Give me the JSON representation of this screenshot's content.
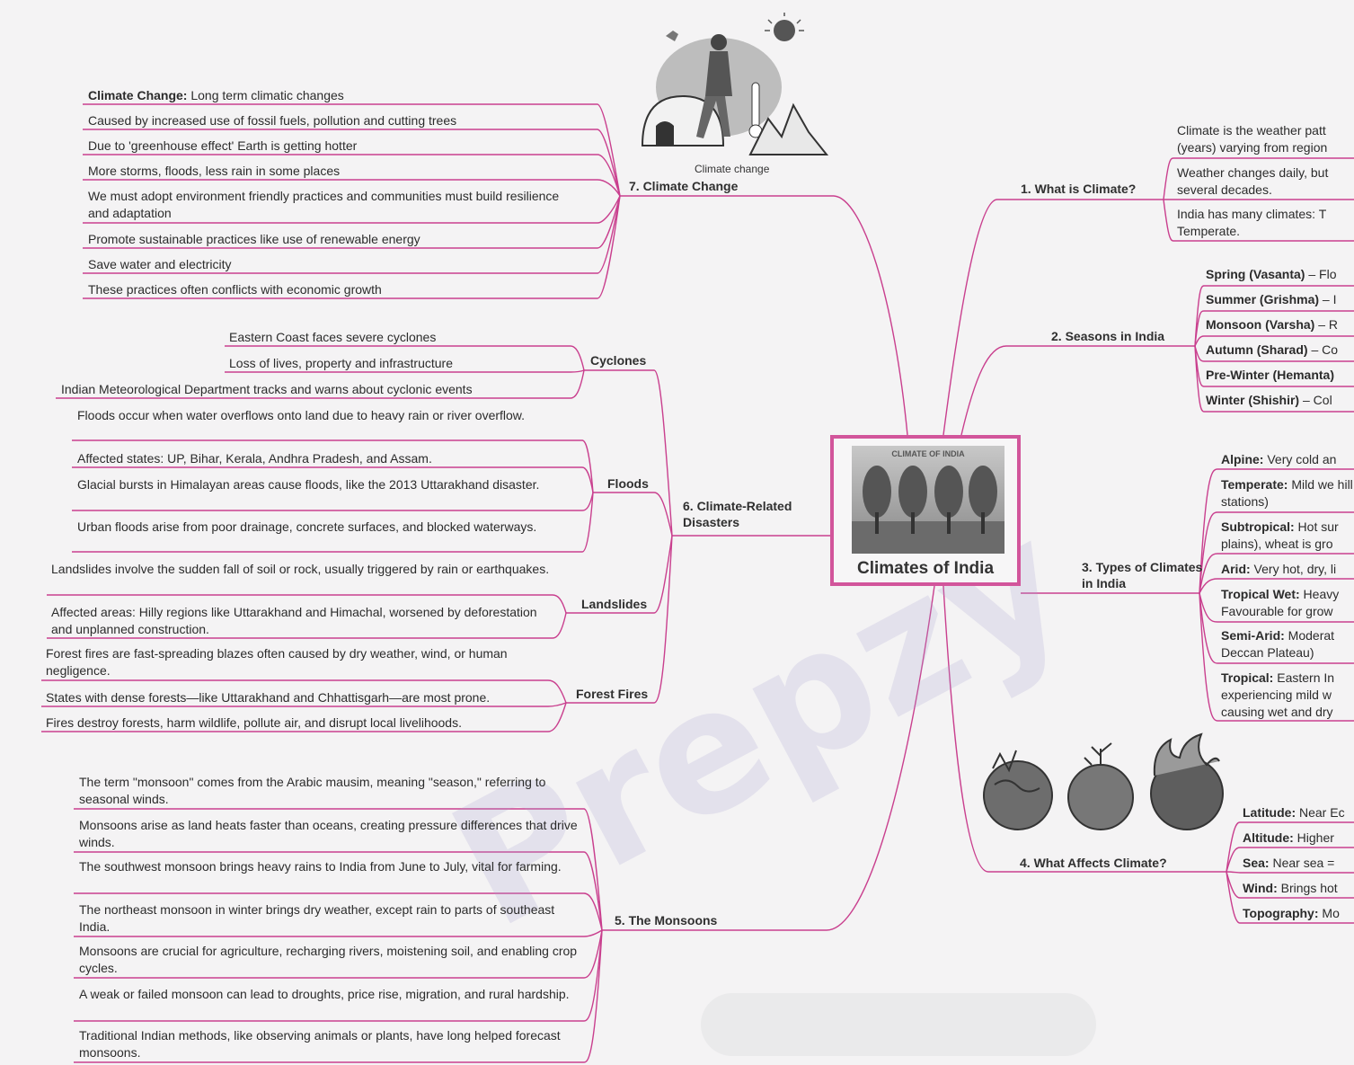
{
  "center": {
    "banner": "CLIMATE OF INDIA",
    "title": "Climates of India"
  },
  "watermark": "Prepzy",
  "illustrations": {
    "climate_change_caption": "Climate change"
  },
  "branches": {
    "climate_change": {
      "label": "7. Climate Change",
      "items": [
        {
          "bold": "Climate Change:",
          "text": " Long term climatic changes"
        },
        {
          "bold": "",
          "text": "Caused by increased use of fossil fuels, pollution and cutting trees"
        },
        {
          "bold": "",
          "text": "Due to 'greenhouse effect' Earth is getting hotter"
        },
        {
          "bold": "",
          "text": "More storms, floods, less rain in some places"
        },
        {
          "bold": "",
          "text": "We must adopt environment friendly practices and communities must build resilience and adaptation"
        },
        {
          "bold": "",
          "text": "Promote sustainable practices like use of renewable energy"
        },
        {
          "bold": "",
          "text": "Save water  and electricity"
        },
        {
          "bold": "",
          "text": "These practices often conflicts with economic growth"
        }
      ]
    },
    "disasters": {
      "label": "6. Climate-Related Disasters",
      "cyclones": {
        "label": "Cyclones",
        "items": [
          "Eastern Coast faces severe cyclones",
          "Loss of lives, property and infrastructure",
          "Indian Meteorological Department tracks and warns about cyclonic events"
        ]
      },
      "floods": {
        "label": "Floods",
        "items": [
          "Floods occur when water overflows onto land due to heavy rain or river overflow.",
          "Affected states: UP, Bihar, Kerala, Andhra Pradesh, and Assam.",
          "Glacial bursts in Himalayan areas cause floods, like the 2013 Uttarakhand disaster.",
          "Urban floods arise from poor drainage, concrete surfaces, and blocked waterways."
        ]
      },
      "landslides": {
        "label": "Landslides",
        "items": [
          "Landslides involve the sudden fall of soil or rock, usually triggered by rain or earthquakes.",
          "Affected areas:  Hilly regions like Uttarakhand and Himachal, worsened by deforestation and unplanned construction."
        ]
      },
      "forest_fires": {
        "label": "Forest Fires",
        "items": [
          "Forest fires are fast-spreading blazes often caused by dry weather, wind, or human negligence.",
          "States with dense forests—like Uttarakhand and Chhattisgarh—are most prone.",
          "Fires destroy forests, harm wildlife, pollute air, and disrupt local livelihoods."
        ]
      }
    },
    "monsoons": {
      "label": "5. The Monsoons",
      "items": [
        "The term \"monsoon\" comes from the Arabic mausim, meaning \"season,\" referring to seasonal winds.",
        "Monsoons arise as land heats faster than oceans, creating pressure differences that drive winds.",
        "The southwest monsoon brings heavy rains to India from June to July, vital for farming.",
        "The northeast monsoon in winter brings dry weather, except rain to parts of southeast India.",
        "Monsoons are crucial for agriculture, recharging rivers, moistening soil, and enabling crop cycles.",
        "A weak or failed monsoon can lead to droughts, price rise, migration, and rural hardship.",
        "Traditional Indian methods, like observing animals or plants, have long helped forecast monsoons."
      ]
    },
    "what_is_climate": {
      "label": "1. What is Climate?",
      "items": [
        "Climate is the weather patt (years) varying from region",
        "Weather changes daily, but several decades.",
        "India has many climates: T Temperate."
      ]
    },
    "seasons": {
      "label": "2. Seasons in India",
      "items": [
        {
          "bold": "Spring (Vasanta)",
          "text": " – Flo"
        },
        {
          "bold": "Summer (Grishma)",
          "text": " – I"
        },
        {
          "bold": "Monsoon (Varsha)",
          "text": " – R"
        },
        {
          "bold": "Autumn (Sharad)",
          "text": " – Co"
        },
        {
          "bold": "Pre-Winter (Hemanta)",
          "text": ""
        },
        {
          "bold": "Winter (Shishir)",
          "text": " – Col"
        }
      ]
    },
    "types": {
      "label": "3. Types of Climates in India",
      "items": [
        {
          "bold": "Alpine:",
          "text": " Very cold an"
        },
        {
          "bold": "Temperate:",
          "text": " Mild we hill stations)"
        },
        {
          "bold": "Subtropical:",
          "text": " Hot sur plains), wheat is gro"
        },
        {
          "bold": "Arid:",
          "text": " Very hot, dry, li"
        },
        {
          "bold": "Tropical Wet:",
          "text": " Heavy Favourable for grow"
        },
        {
          "bold": "Semi-Arid:",
          "text": " Moderat Deccan Plateau)"
        },
        {
          "bold": "Tropical:",
          "text": " Eastern In experiencing mild w causing wet and dry"
        }
      ]
    },
    "affects": {
      "label": "4. What Affects Climate?",
      "items": [
        {
          "bold": "Latitude:",
          "text": " Near Ec"
        },
        {
          "bold": "Altitude:",
          "text": " Higher"
        },
        {
          "bold": "Sea:",
          "text": " Near sea = "
        },
        {
          "bold": "Wind:",
          "text": " Brings hot"
        },
        {
          "bold": "Topography:",
          "text": " Mo"
        }
      ]
    }
  },
  "colors": {
    "line": "#c93f8e",
    "center_border": "#d2559b"
  }
}
